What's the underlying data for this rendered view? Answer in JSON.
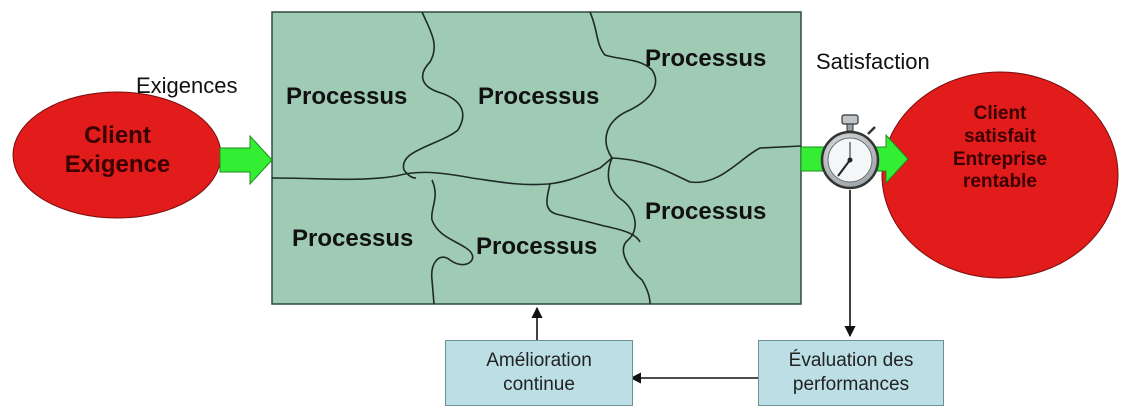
{
  "diagram": {
    "colors": {
      "process_area": "#9fcbb5",
      "process_border": "#2e4a3f",
      "ellipse_fill": "#e21b1b",
      "arrow_fill": "#33ee33",
      "box_fill": "#bcdfe6",
      "connector": "#111111"
    },
    "labels": {
      "requirements": "Exigences",
      "satisfaction": "Satisfaction"
    },
    "client_input": {
      "line1": "Client",
      "line2": "Exigence"
    },
    "client_output": {
      "line1": "Client",
      "line2": "satisfait",
      "line3": "Entreprise",
      "line4": "rentable"
    },
    "processes": [
      "Processus",
      "Processus",
      "Processus",
      "Processus",
      "Processus",
      "Processus"
    ],
    "boxes": {
      "improvement": {
        "line1": "Amélioration",
        "line2": "continue"
      },
      "evaluation": {
        "line1": "Évaluation des",
        "line2": "performances"
      }
    },
    "icons": {
      "measurement": "stopwatch-icon"
    }
  }
}
